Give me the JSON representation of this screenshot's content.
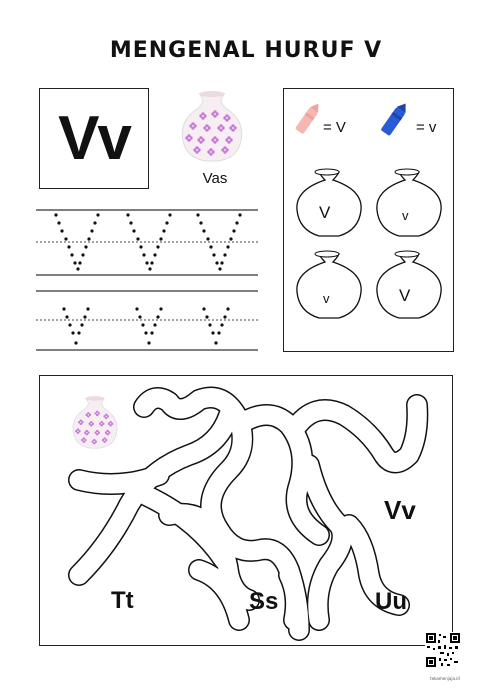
{
  "title": "MENGENAL HURUF V",
  "letter_card": {
    "letters": "Vv"
  },
  "picture": {
    "word": "Vas",
    "icon": "vase-icon"
  },
  "color_key": [
    {
      "icon": "pink-crayon-icon",
      "color": "#f5b7b1",
      "label": "= V"
    },
    {
      "icon": "blue-crayon-icon",
      "color": "#2a5bd7",
      "label": "= v"
    }
  ],
  "vases": [
    {
      "letter": "V"
    },
    {
      "letter": "v"
    },
    {
      "letter": "v"
    },
    {
      "letter": "V"
    }
  ],
  "maze": {
    "start_icon": "vase-icon",
    "target": "Vv",
    "options": [
      "Tt",
      "Ss",
      "Uu"
    ]
  },
  "footer": {
    "caption": "tekamenjaja.id"
  }
}
